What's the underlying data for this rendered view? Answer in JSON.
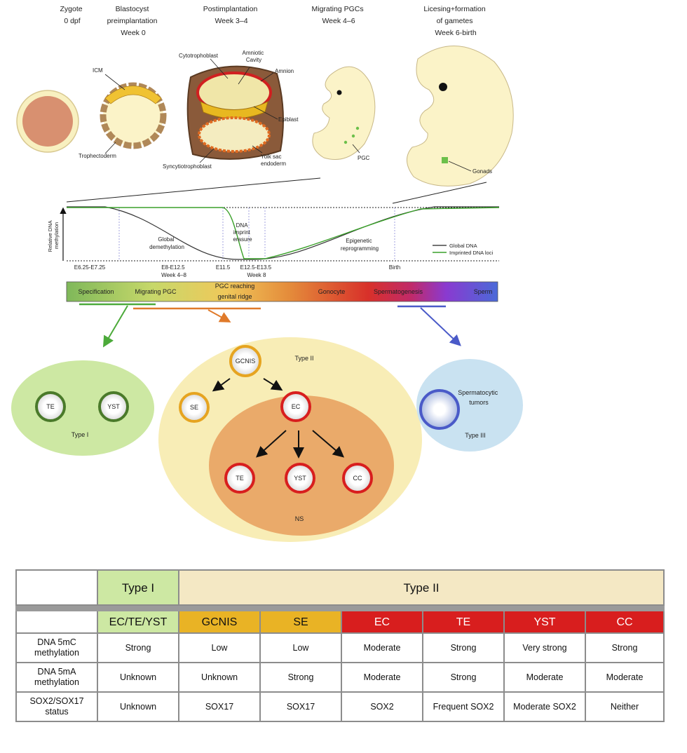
{
  "stages": [
    {
      "lines": [
        "Zygote",
        "0 dpf"
      ]
    },
    {
      "lines": [
        "Blastocyst",
        "preimplantation",
        "Week 0"
      ]
    },
    {
      "lines": [
        "Postimplantation",
        "Week 3–4"
      ]
    },
    {
      "lines": [
        "Migrating PGCs",
        "Week 4–6"
      ]
    },
    {
      "lines": [
        "Licesing+formation",
        "of gametes",
        "Week 6-birth"
      ]
    }
  ],
  "embryo_labels": {
    "icm": "ICM",
    "trophectoderm": "Trophectoderm",
    "cytotrophoblast": "Cytotrophoblast",
    "amniotic_cavity": [
      "Amniotic",
      "Cavity"
    ],
    "amnion": "Amnion",
    "epiblast": "Epiblast",
    "syncytiotrophoblast": "Syncytiotrophoblast",
    "yolk_sac": [
      "Yolk sac",
      "endoderm"
    ],
    "pgc": "PGC",
    "gonads": "Gonads"
  },
  "methylation_plot": {
    "ylabel": [
      "Relative DNA",
      "methylation"
    ],
    "annotations": {
      "global_demethylation": [
        "Global",
        "demethylation"
      ],
      "imprint_erasure": [
        "DNA",
        "imprint",
        "erasure"
      ],
      "epigenetic_reprogramming": [
        "Epigenetic",
        "reprogramming"
      ]
    },
    "legend": [
      "Global DNA",
      "Imprinted DNA loci"
    ],
    "legend_colors": [
      "#222222",
      "#3aa02a"
    ],
    "timepoints": [
      {
        "lines": [
          "E6.25-E7.25"
        ]
      },
      {
        "lines": [
          "E8-E12.5",
          "Week 4–8"
        ]
      },
      {
        "lines": [
          "E11.5"
        ]
      },
      {
        "lines": [
          "E12.5-E13.5",
          "Week 8"
        ]
      },
      {
        "lines": [
          "Birth"
        ]
      }
    ]
  },
  "development_bar": {
    "stages": [
      "Specification",
      "Migrating PGC",
      "PGC reaching",
      "genital ridge",
      "Gonocyte",
      "Spermatogenesis",
      "Sperm"
    ]
  },
  "tumor_types": {
    "type1": {
      "label": "Type I",
      "cells": [
        "TE",
        "YST"
      ],
      "color": "#cde8a3"
    },
    "type2": {
      "label": "Type II",
      "gcnis": "GCNIS",
      "se": "SE",
      "ec": "EC",
      "ns_cells": [
        "TE",
        "YST",
        "CC"
      ],
      "ns_label": "NS",
      "color": "#f8edb6",
      "ns_color": "#eaaa6a"
    },
    "type3": {
      "label": "Type III",
      "desc": [
        "Spermatocytic",
        "tumors"
      ],
      "color": "#c9e2f1"
    }
  },
  "table": {
    "group_headers": [
      "Type I",
      "Type II"
    ],
    "subtypes": [
      "EC/TE/YST",
      "GCNIS",
      "SE",
      "EC",
      "TE",
      "YST",
      "CC"
    ],
    "rows": [
      {
        "label": [
          "DNA 5mC",
          "methylation"
        ],
        "values": [
          "Strong",
          "Low",
          "Low",
          "Moderate",
          "Strong",
          "Very strong",
          "Strong"
        ]
      },
      {
        "label": [
          "DNA 5mA",
          "methylation"
        ],
        "values": [
          "Unknown",
          "Unknown",
          "Strong",
          "Moderate",
          "Strong",
          "Moderate",
          "Moderate"
        ]
      },
      {
        "label": [
          "SOX2/SOX17",
          "status"
        ],
        "values": [
          "Unknown",
          "SOX17",
          "SOX17",
          "SOX2",
          "Frequent SOX2",
          "Moderate SOX2",
          "Neither"
        ]
      }
    ]
  }
}
